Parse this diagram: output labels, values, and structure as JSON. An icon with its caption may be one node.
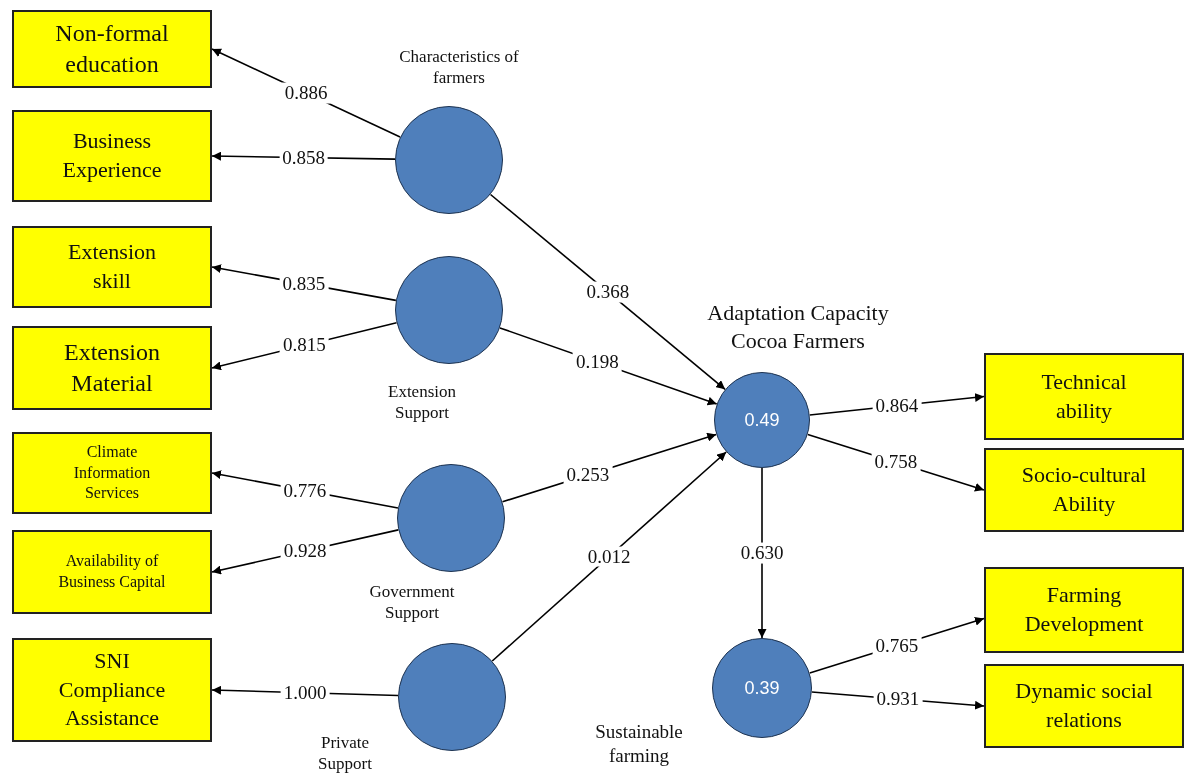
{
  "diagram": {
    "nodes": [
      {
        "text": [
          "Non-formal education"
        ]
      },
      {
        "text": [
          "Business Experience"
        ]
      },
      {
        "text": [
          "Extension skill"
        ]
      },
      {
        "text": [
          "Extension Material"
        ]
      },
      {
        "text": [
          "Climate Information Services"
        ]
      },
      {
        "text": [
          "Availability of Business Capital"
        ]
      },
      {
        "text": [
          "SNI Compliance Assistance"
        ]
      },
      {
        "text": [
          "Characteristics of farmers"
        ]
      },
      {
        "text": [
          "Extension Support"
        ]
      },
      {
        "text": [
          "Government Support"
        ]
      },
      {
        "text": [
          "Private Support"
        ]
      },
      {
        "text": [
          "Adaptation Capacity Cocoa Farmers",
          "0.49"
        ]
      },
      {
        "text": [
          "Sustainable farming",
          "0.39"
        ]
      },
      {
        "text": [
          "Technical ability"
        ]
      },
      {
        "text": [
          "Socio-cultural Ability"
        ]
      },
      {
        "text": [
          "Farming Development"
        ]
      },
      {
        "text": [
          "Dynamic social relations"
        ]
      }
    ],
    "edges": [
      {
        "from": 7,
        "to": 0,
        "arrow": "to",
        "label": "0.886"
      },
      {
        "from": 7,
        "to": 1,
        "arrow": "to",
        "label": "0.858"
      },
      {
        "from": 8,
        "to": 2,
        "arrow": "to",
        "label": "0.835"
      },
      {
        "from": 8,
        "to": 3,
        "arrow": "to",
        "label": "0.815"
      },
      {
        "from": 9,
        "to": 4,
        "arrow": "to",
        "label": "0.776"
      },
      {
        "from": 9,
        "to": 5,
        "arrow": "to",
        "label": "0.928"
      },
      {
        "from": 10,
        "to": 6,
        "arrow": "to",
        "label": "1.000"
      },
      {
        "from": 7,
        "to": 11,
        "arrow": "to",
        "label": "0.368"
      },
      {
        "from": 8,
        "to": 11,
        "arrow": "to",
        "label": "0.198"
      },
      {
        "from": 9,
        "to": 11,
        "arrow": "to",
        "label": "0.253"
      },
      {
        "from": 10,
        "to": 11,
        "arrow": "to",
        "label": "0.012"
      },
      {
        "from": 11,
        "to": 13,
        "arrow": "to",
        "label": "0.864"
      },
      {
        "from": 11,
        "to": 14,
        "arrow": "to",
        "label": "0.758"
      },
      {
        "from": 11,
        "to": 12,
        "arrow": "to",
        "label": "0.630"
      },
      {
        "from": 12,
        "to": 15,
        "arrow": "to",
        "label": "0.765"
      },
      {
        "from": 12,
        "to": 16,
        "arrow": "to",
        "label": "0.931"
      }
    ]
  }
}
